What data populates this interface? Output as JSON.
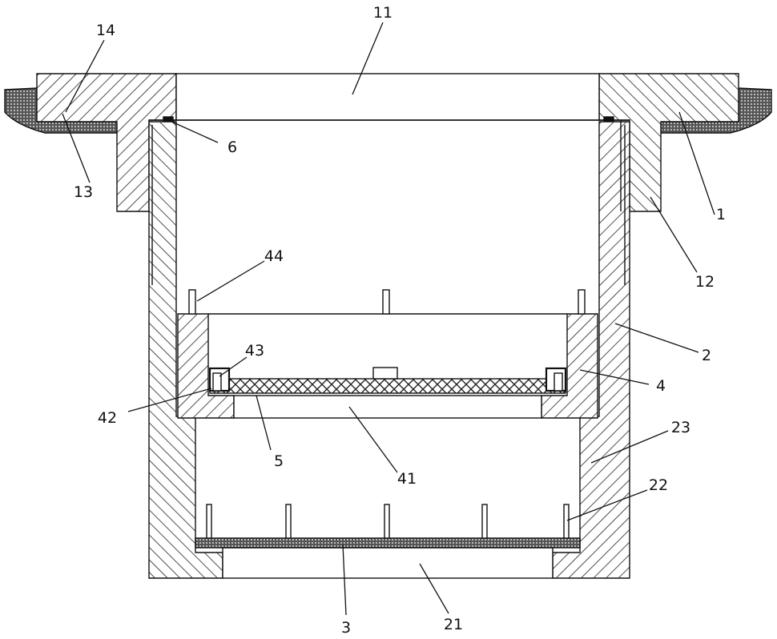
{
  "reference_numerals": {
    "flange": "1",
    "flange_opening": "11",
    "flange_skirt": "12",
    "flange_seat": "13",
    "flange_edge": "14",
    "inner_sleeve": "2",
    "bottom_opening": "21",
    "bottom_pins": "22",
    "sleeve_step": "23",
    "bottom_mesh": "3",
    "filter_frame": "4",
    "filter_opening": "41",
    "frame_stud": "42",
    "frame_clip": "43",
    "frame_pins": "44",
    "filter_mesh": "5",
    "seal_ring": "6"
  },
  "colors": {
    "line": "#111111",
    "hatch": "#222222",
    "background": "#ffffff"
  }
}
